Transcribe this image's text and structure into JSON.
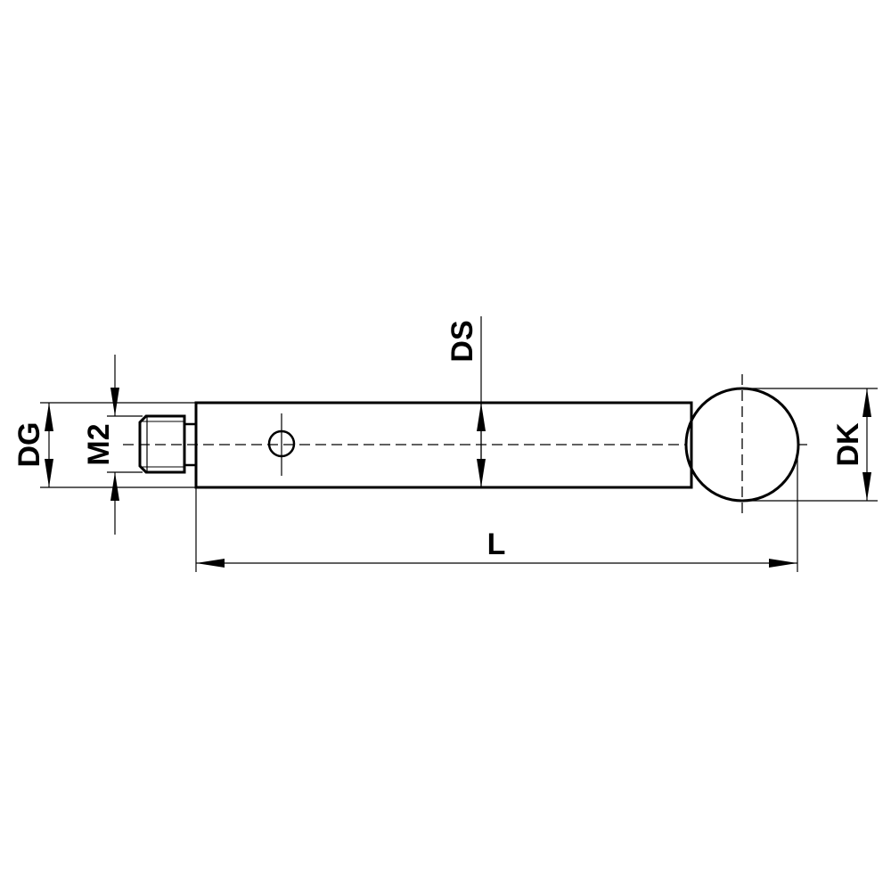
{
  "labels": {
    "dg": "DG",
    "m2": "M2",
    "ds": "DS",
    "dk": "DK",
    "l": "L"
  },
  "colors": {
    "line": "#000000",
    "background": "#ffffff"
  }
}
